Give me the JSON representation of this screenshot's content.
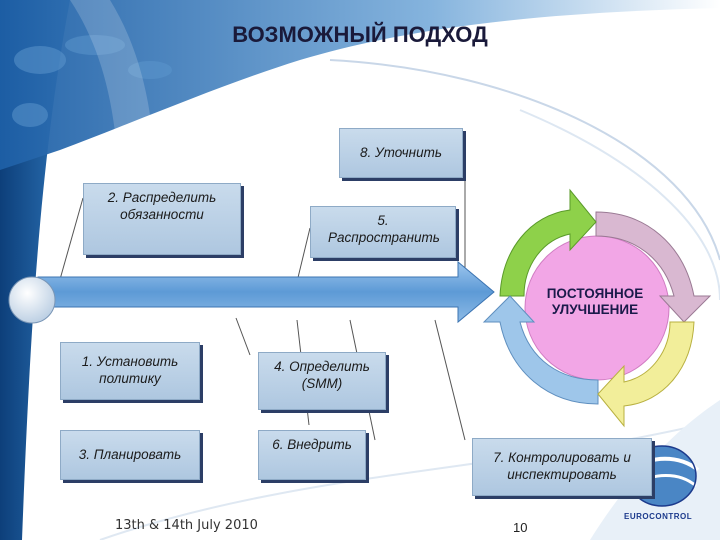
{
  "title": "ВОЗМОЖНЫЙ ПОДХОД",
  "steps": {
    "step1": "1. Установить политику",
    "step2": "2. Распределить обязанности",
    "step3": "3. Планировать",
    "step4": "4. Определить (SMM)",
    "step5": "5. Распространить",
    "step6": "6. Внедрить",
    "step7": "7. Контролировать и инспектировать",
    "step8": "8. Уточнить"
  },
  "cycle_label": "ПОСТОЯННОЕ УЛУЧШЕНИЕ",
  "footer": {
    "date": "13th & 14th July 2010",
    "page_number": "10",
    "logo_text": "EUROCONTROL"
  },
  "colors": {
    "box_fill": "#b8cfe6",
    "timeline_arrow": "#6ea6d9",
    "cycle_center": "#f2a6e6",
    "cycle_arrow_green": "#8ed14a",
    "cycle_arrow_mauve": "#d9b8d1",
    "cycle_arrow_yellow": "#f2ee9a",
    "cycle_arrow_blue": "#9ec6ea"
  }
}
